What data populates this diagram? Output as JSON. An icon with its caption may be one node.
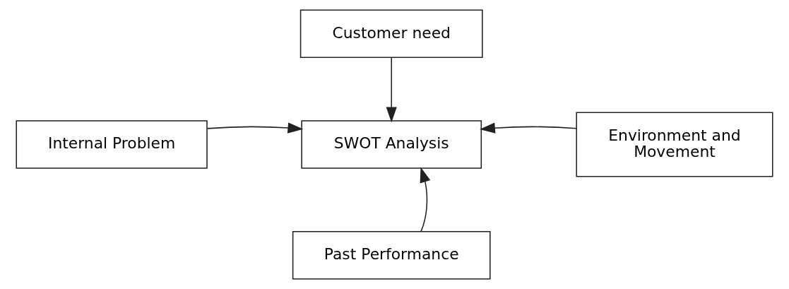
{
  "diagram": {
    "nodes": [
      {
        "text": [
          "Customer need"
        ]
      },
      {
        "text": [
          "Internal Problem"
        ]
      },
      {
        "text": [
          "SWOT Analysis"
        ]
      },
      {
        "text": [
          "Environment and Movement"
        ]
      },
      {
        "text": [
          "Past Performance"
        ]
      }
    ],
    "edges": [
      {
        "from": 0,
        "to": 2,
        "arrow": "to"
      },
      {
        "from": 1,
        "to": 2,
        "arrow": "to"
      },
      {
        "from": 3,
        "to": 2,
        "arrow": "to"
      },
      {
        "from": 4,
        "to": 2,
        "arrow": "to"
      }
    ]
  }
}
